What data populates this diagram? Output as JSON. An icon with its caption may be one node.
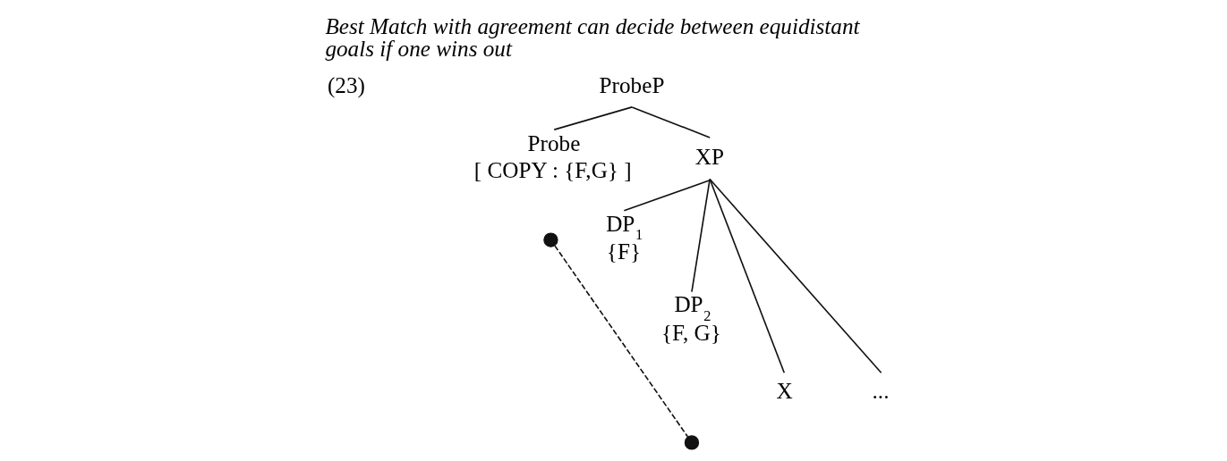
{
  "diagram": {
    "title": "Best Match with agreement can decide between equidistant goals if one wins out",
    "nodes": [
      {
        "text": [
          "ProbeP"
        ]
      },
      {
        "text": [
          "Probe",
          "[ COPY : {F,G} ]"
        ]
      },
      {
        "text": [
          "XP"
        ]
      },
      {
        "text": [],
        "shape": "circle"
      },
      {
        "text": [
          "DP$_{1}$",
          "{F}"
        ]
      },
      {
        "text": [
          "DP$_{2}$",
          "{F, G}"
        ]
      },
      {
        "text": [
          "X"
        ]
      },
      {
        "text": [
          "..."
        ]
      },
      {
        "text": [],
        "shape": "circle"
      }
    ],
    "edges": [
      {
        "from": 0,
        "to": 1,
        "arrow": "none"
      },
      {
        "from": 0,
        "to": 2,
        "arrow": "none"
      },
      {
        "from": 2,
        "to": 4,
        "arrow": "none"
      },
      {
        "from": 2,
        "to": 5,
        "arrow": "none"
      },
      {
        "from": 2,
        "to": 6,
        "arrow": "none"
      },
      {
        "from": 2,
        "to": 7,
        "arrow": "none"
      },
      {
        "from": 3,
        "to": 8,
        "arrow": "none",
        "style": "dashed"
      }
    ],
    "labels": [
      "(23)"
    ]
  }
}
